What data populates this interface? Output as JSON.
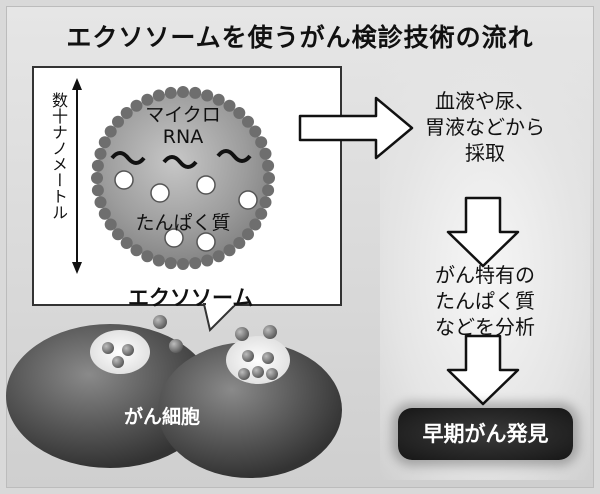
{
  "title": "エクソソームを使うがん検診技術の流れ",
  "diagram": {
    "size_label": "数十ナノメートル",
    "micro_rna_label": "マイクロ\nRNA",
    "protein_label": "たんぱく質",
    "exosome_label": "エクソソーム",
    "cancer_cell_label": "がん細胞"
  },
  "flow": {
    "step1": "血液や尿、\n胃液などから\n採取",
    "step2": "がん特有の\nたんぱく質\nなどを分析",
    "step3": "早期がん発見"
  },
  "colors": {
    "exosome_dot": "#6e6e6e",
    "exosome_fill": "#9a9a9a",
    "cell_fill": "#5e5e5e",
    "final_box": "#222222"
  }
}
